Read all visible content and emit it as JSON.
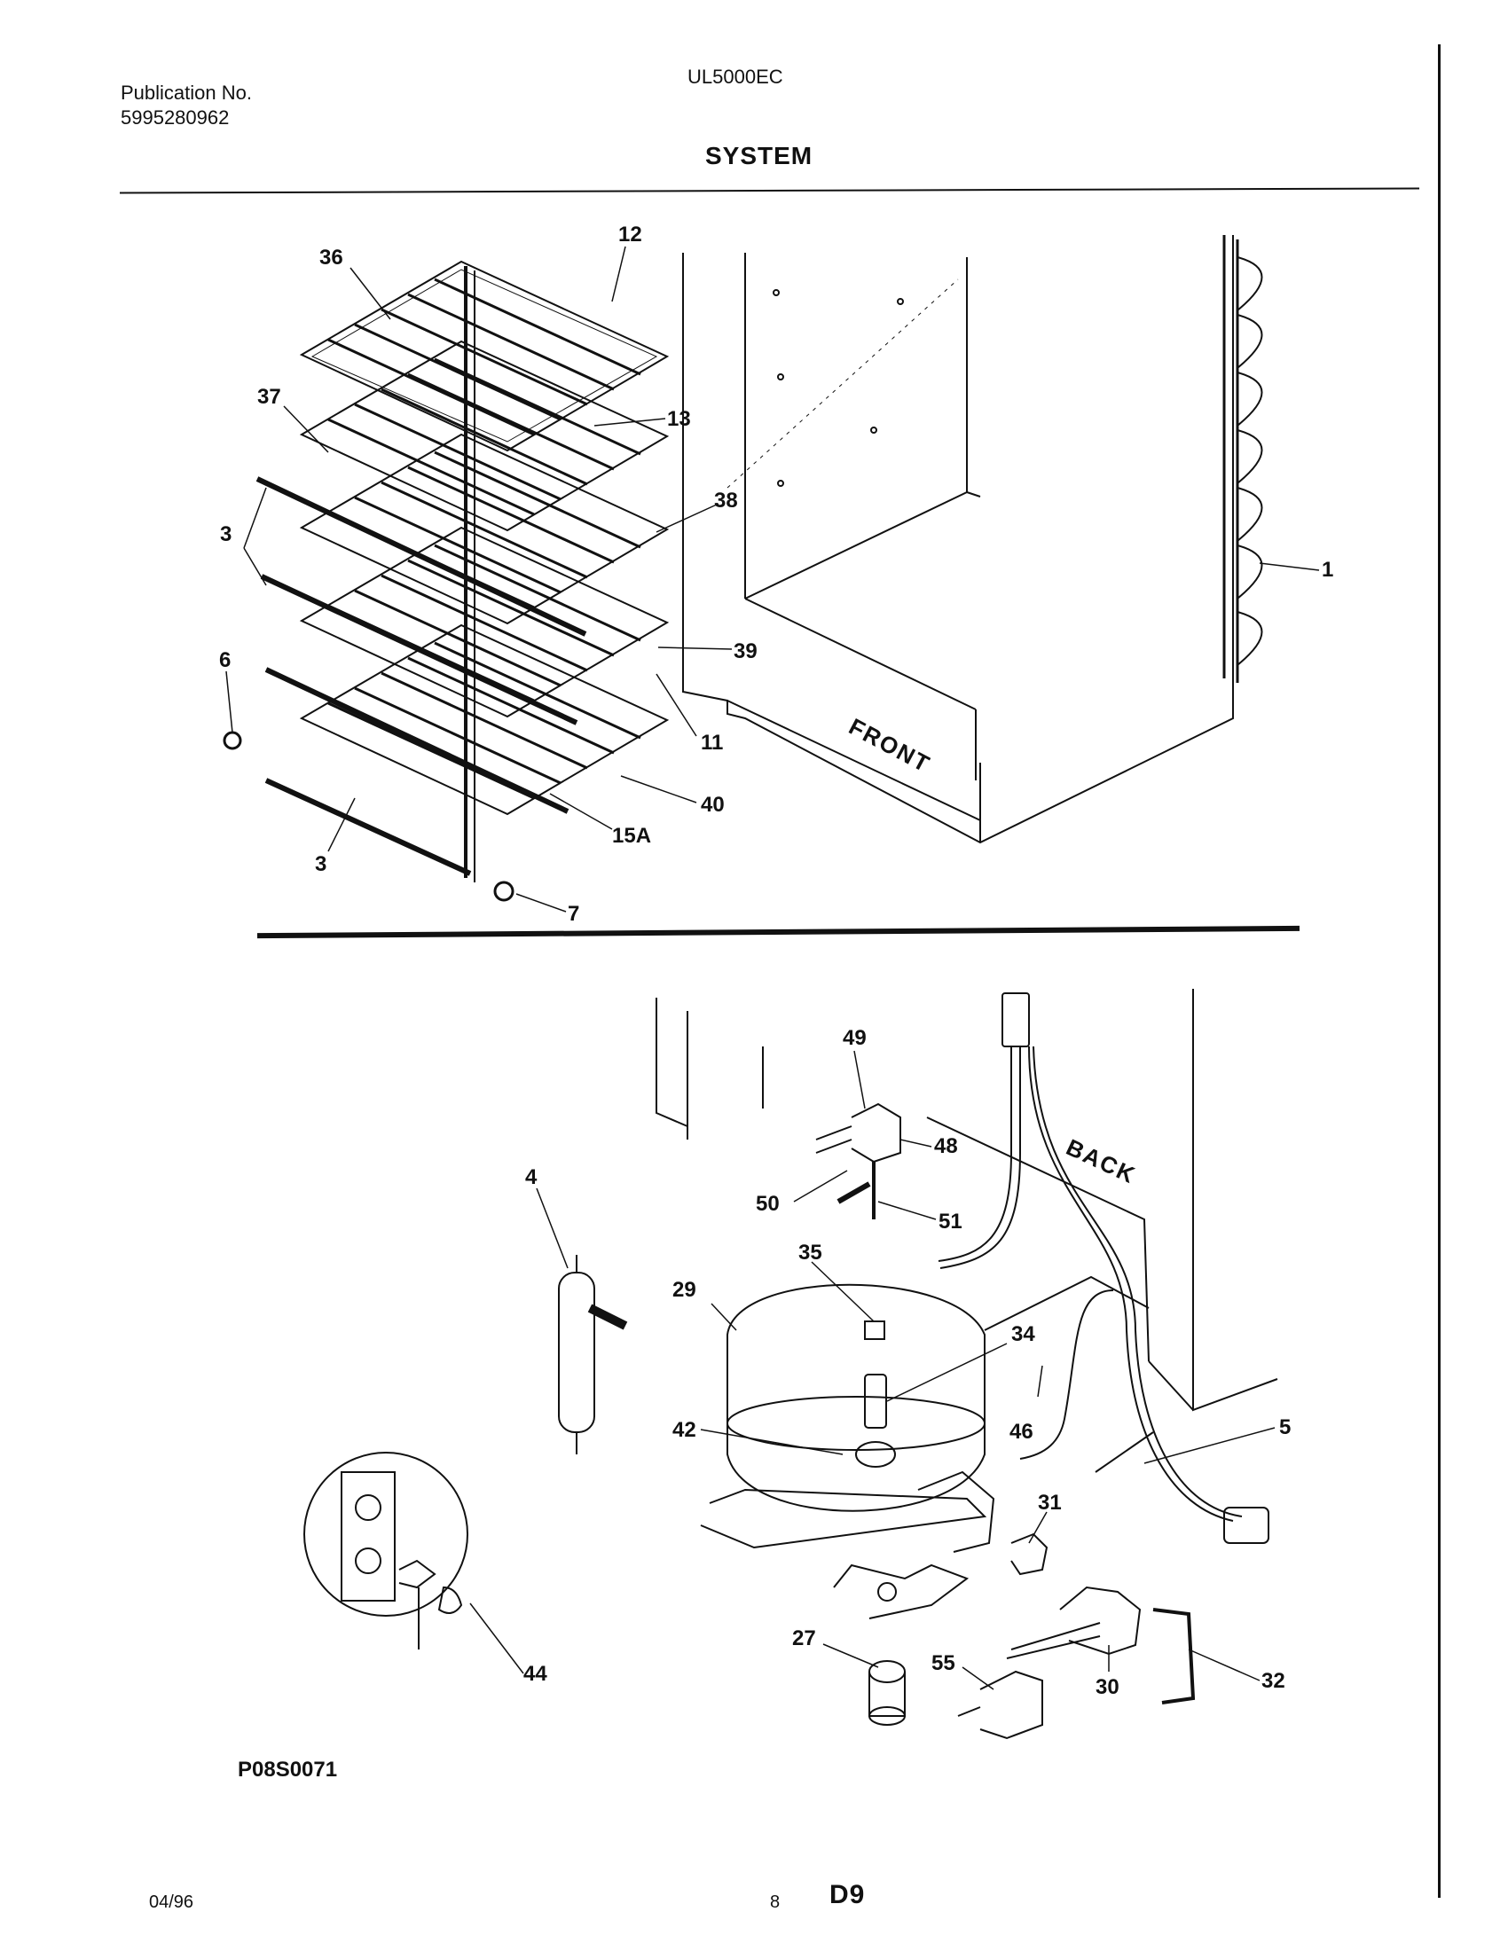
{
  "header": {
    "publication_label": "Publication No.",
    "publication_number": "5995280962",
    "model": "UL5000EC",
    "section_title": "SYSTEM"
  },
  "top_view": {
    "labels": {
      "tubing_36": "36",
      "bracket_12": "12",
      "tubing_37": "37",
      "clip_13": "13",
      "shelf_38": "38",
      "rail_3_upper": "3",
      "condenser_1": "1",
      "shelf_39": "39",
      "fastener_6": "6",
      "clip_11": "11",
      "shelf_40": "40",
      "tube_15a": "15A",
      "rail_3_lower": "3",
      "bracket_7": "7"
    },
    "cabinet_word": "FRONT"
  },
  "bottom_view": {
    "labels": {
      "valve_49": "49",
      "bracket_48": "48",
      "back_wire": "",
      "screw_50": "50",
      "tube_51": "51",
      "dryer_4": "4",
      "bolt_35": "35",
      "compressor_29": "29",
      "sleeve_34": "34",
      "screw_46": "46",
      "grommet_42": "42",
      "cord_5": "5",
      "relay_31": "31",
      "grommet_27": "27",
      "capacitor_55": "55",
      "overload_30": "30",
      "clip_32": "32",
      "ground_44": "44"
    },
    "cabinet_word": "BACK"
  },
  "figure_code": "P08S0071",
  "footer": {
    "date": "04/96",
    "page_number": "8",
    "page_letter": "D9"
  }
}
